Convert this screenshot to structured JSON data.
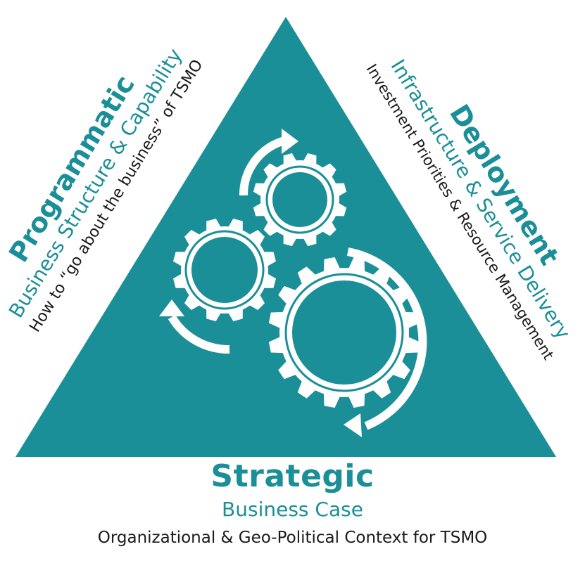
{
  "colors": {
    "accent": "#1a8f97",
    "triangle": "#1b8f98",
    "gear": "#ffffff",
    "text_dark": "#1a1a1a"
  },
  "left": {
    "title": "Programmatic",
    "subtitle": "Business Structure & Capability",
    "description": "How to “go about the business” of TSMO"
  },
  "right": {
    "title": "Deployment",
    "subtitle": "Infrastructure & Service Delivery",
    "description": "Investment Priorities & Resource Management"
  },
  "bottom": {
    "title": "Strategic",
    "subtitle": "Business Case",
    "description": "Organizational & Geo-Political Context for TSMO"
  },
  "icons": {
    "center": [
      "gear-icon",
      "gear-icon",
      "gear-icon",
      "arrow-icon",
      "arrow-icon",
      "arrow-icon"
    ]
  }
}
